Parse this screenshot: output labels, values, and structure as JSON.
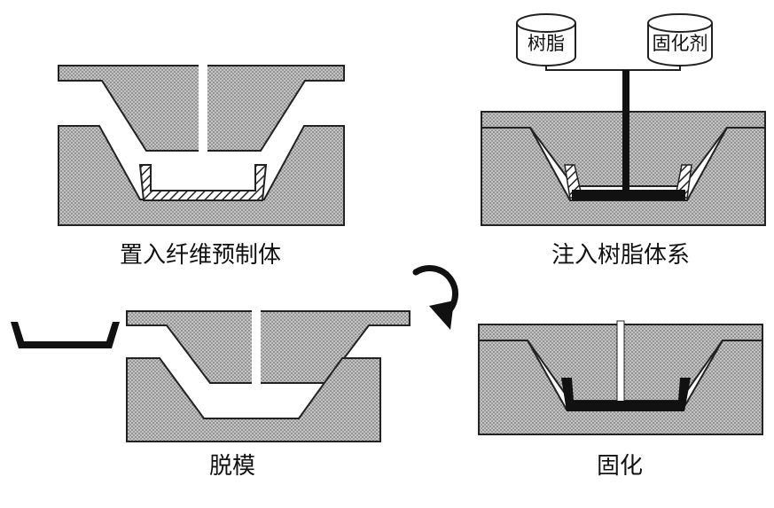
{
  "steps": [
    {
      "id": "place-preform",
      "caption": "置入纤维预制体"
    },
    {
      "id": "inject-resin",
      "caption": "注入树脂体系"
    },
    {
      "id": "cure",
      "caption": "固化"
    },
    {
      "id": "demold",
      "caption": "脱模"
    }
  ],
  "containers": {
    "resin": "树脂",
    "hardener": "固化剂"
  },
  "icons": {
    "cycle": "circular-arrow-icon"
  },
  "colors": {
    "mold_fill": "#b8b8b8",
    "mold_dots": "#555555",
    "outline": "#222222",
    "resin": "#111111",
    "fiber_hatch": "#222222"
  }
}
